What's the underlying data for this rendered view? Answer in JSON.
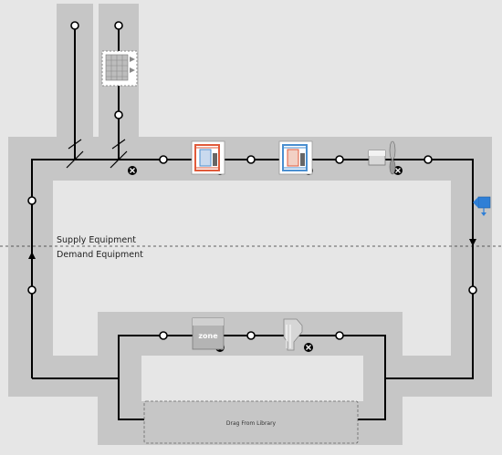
{
  "diagram": {
    "type": "air-loop-hvac",
    "zones": {
      "supply_label": "Supply Equipment",
      "demand_label": "Demand Equipment"
    },
    "drop_zone": {
      "label": "Drag From Library"
    },
    "components": [
      {
        "name": "outdoor-air-system",
        "icon": "oa-mixer-icon"
      },
      {
        "name": "heating-coil",
        "icon": "heating-coil-icon"
      },
      {
        "name": "cooling-coil",
        "icon": "cooling-coil-icon"
      },
      {
        "name": "supply-fan",
        "icon": "fan-icon"
      },
      {
        "name": "setpoint-manager",
        "icon": "setpoint-manager-icon"
      },
      {
        "name": "thermal-zone",
        "icon": "zone-icon",
        "label": "zone"
      },
      {
        "name": "air-terminal",
        "icon": "air-terminal-icon"
      }
    ],
    "colors": {
      "background": "#e6e6e6",
      "duct": "#c6c6c6",
      "line": "#000000",
      "heating": "#e05a3a",
      "cooling": "#4a8fd0",
      "setpoint": "#2f7fd6"
    }
  }
}
